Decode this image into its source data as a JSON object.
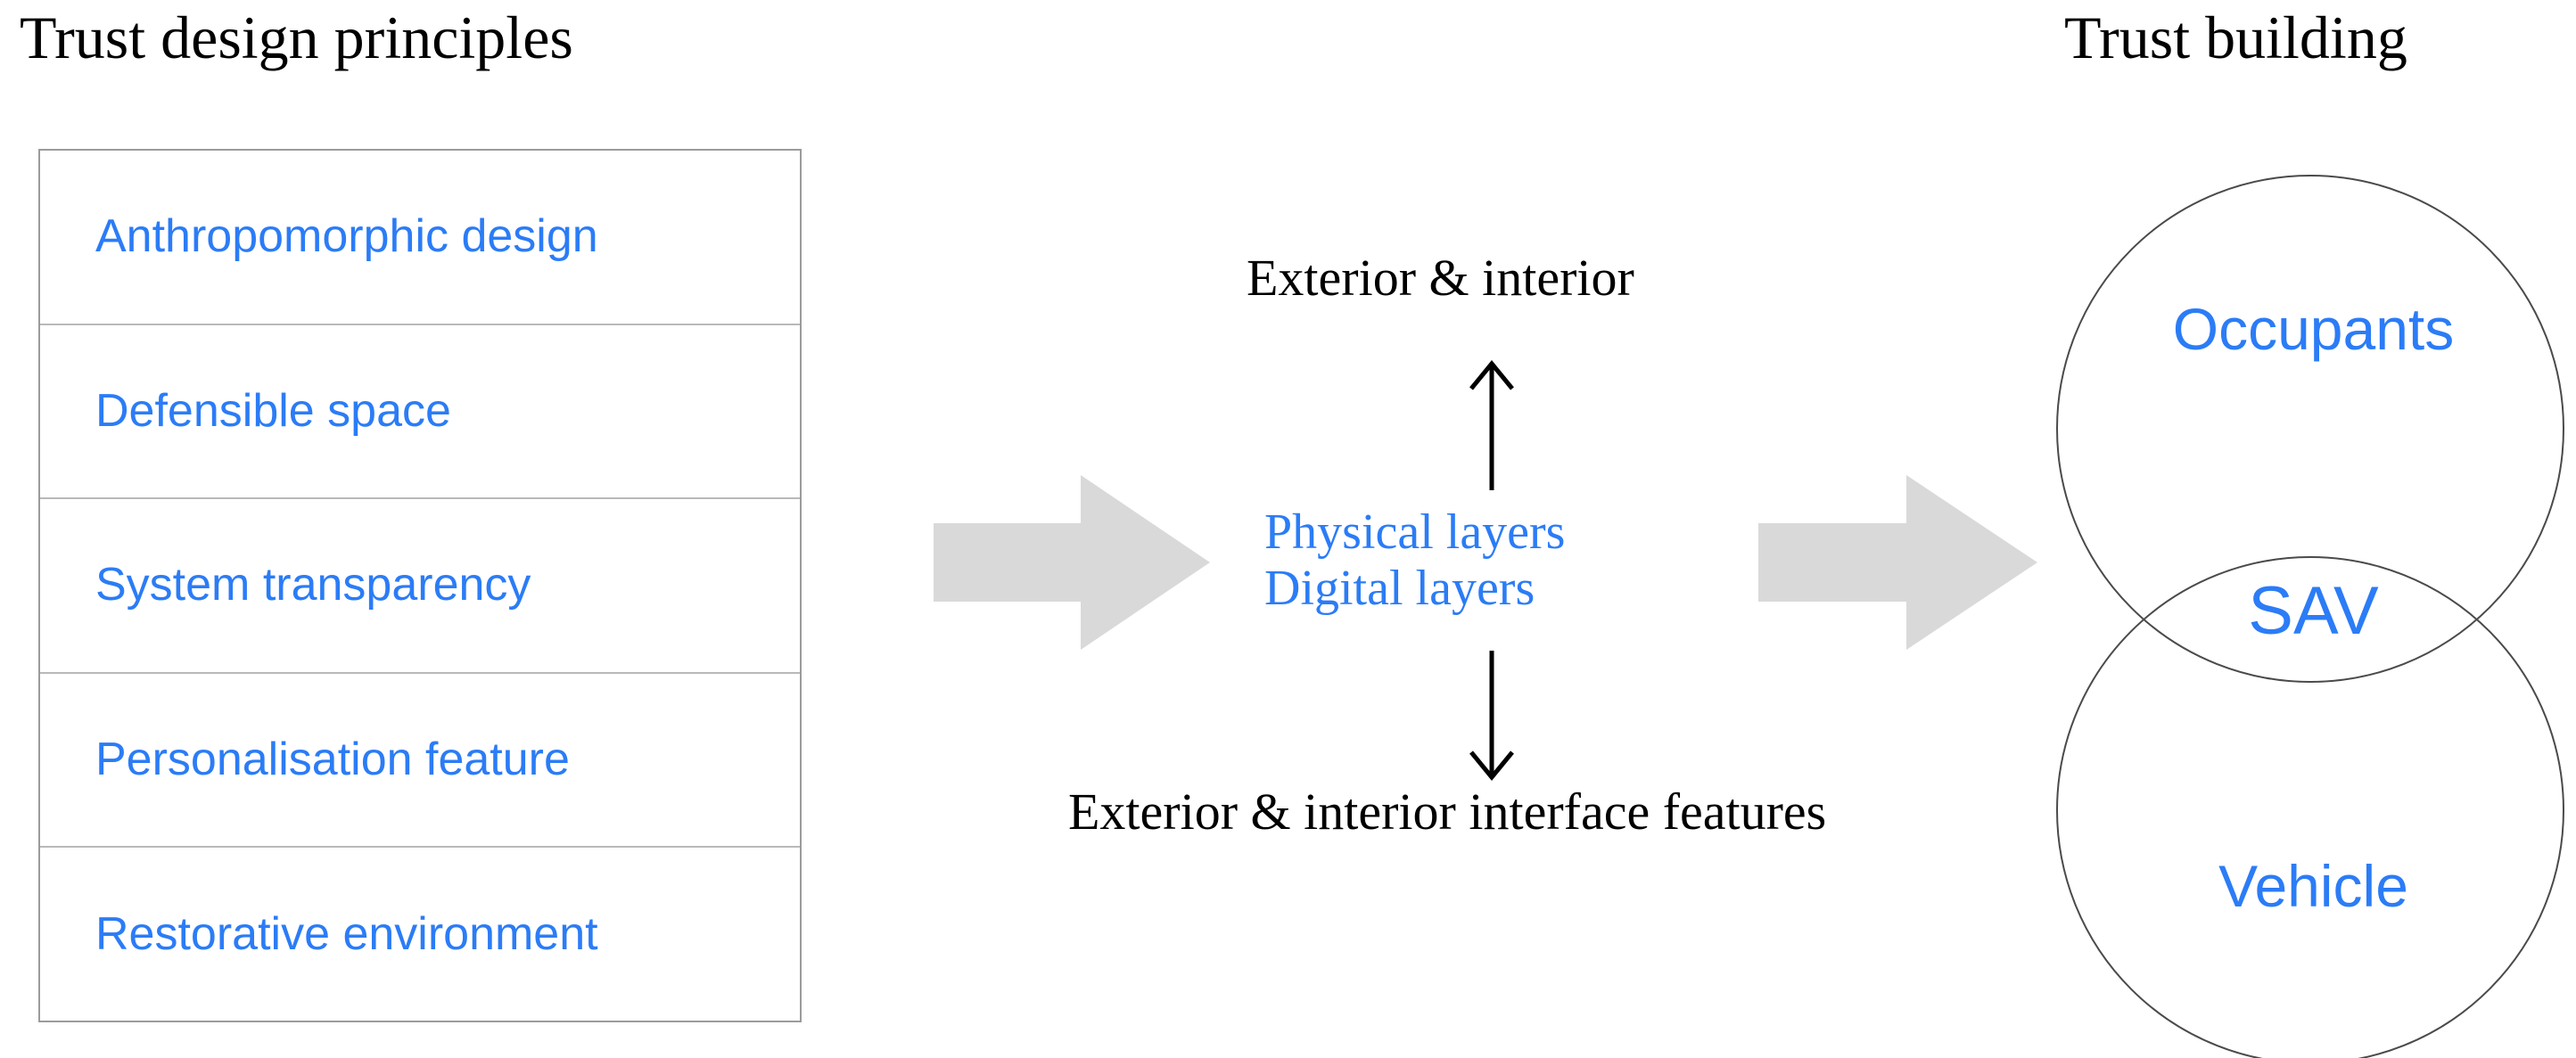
{
  "headings": {
    "left": "Trust design principles",
    "right": "Trust building"
  },
  "principles": {
    "items": [
      {
        "label": "Anthropomorphic design"
      },
      {
        "label": "Defensible space"
      },
      {
        "label": "System transparency"
      },
      {
        "label": "Personalisation feature"
      },
      {
        "label": "Restorative environment"
      }
    ]
  },
  "center": {
    "top_label": "Exterior & interior",
    "bottom_label": "Exterior & interior interface features",
    "layers": {
      "physical": "Physical layers",
      "digital": "Digital layers"
    },
    "arrow_up_icon": "arrow-up-icon",
    "arrow_down_icon": "arrow-down-icon",
    "block_arrow_icon": "block-arrow-right-icon"
  },
  "venn": {
    "top_circle_label": "Occupants",
    "overlap_label": "SAV",
    "bottom_circle_label": "Vehicle"
  },
  "colors": {
    "accent_blue": "#2b7cf6",
    "text_black": "#000000",
    "block_arrow_gray": "#d9d9d9",
    "table_border": "#9b9b9b",
    "row_divider": "#b9b9b9",
    "circle_stroke": "#4a4a4a",
    "background": "#ffffff"
  }
}
